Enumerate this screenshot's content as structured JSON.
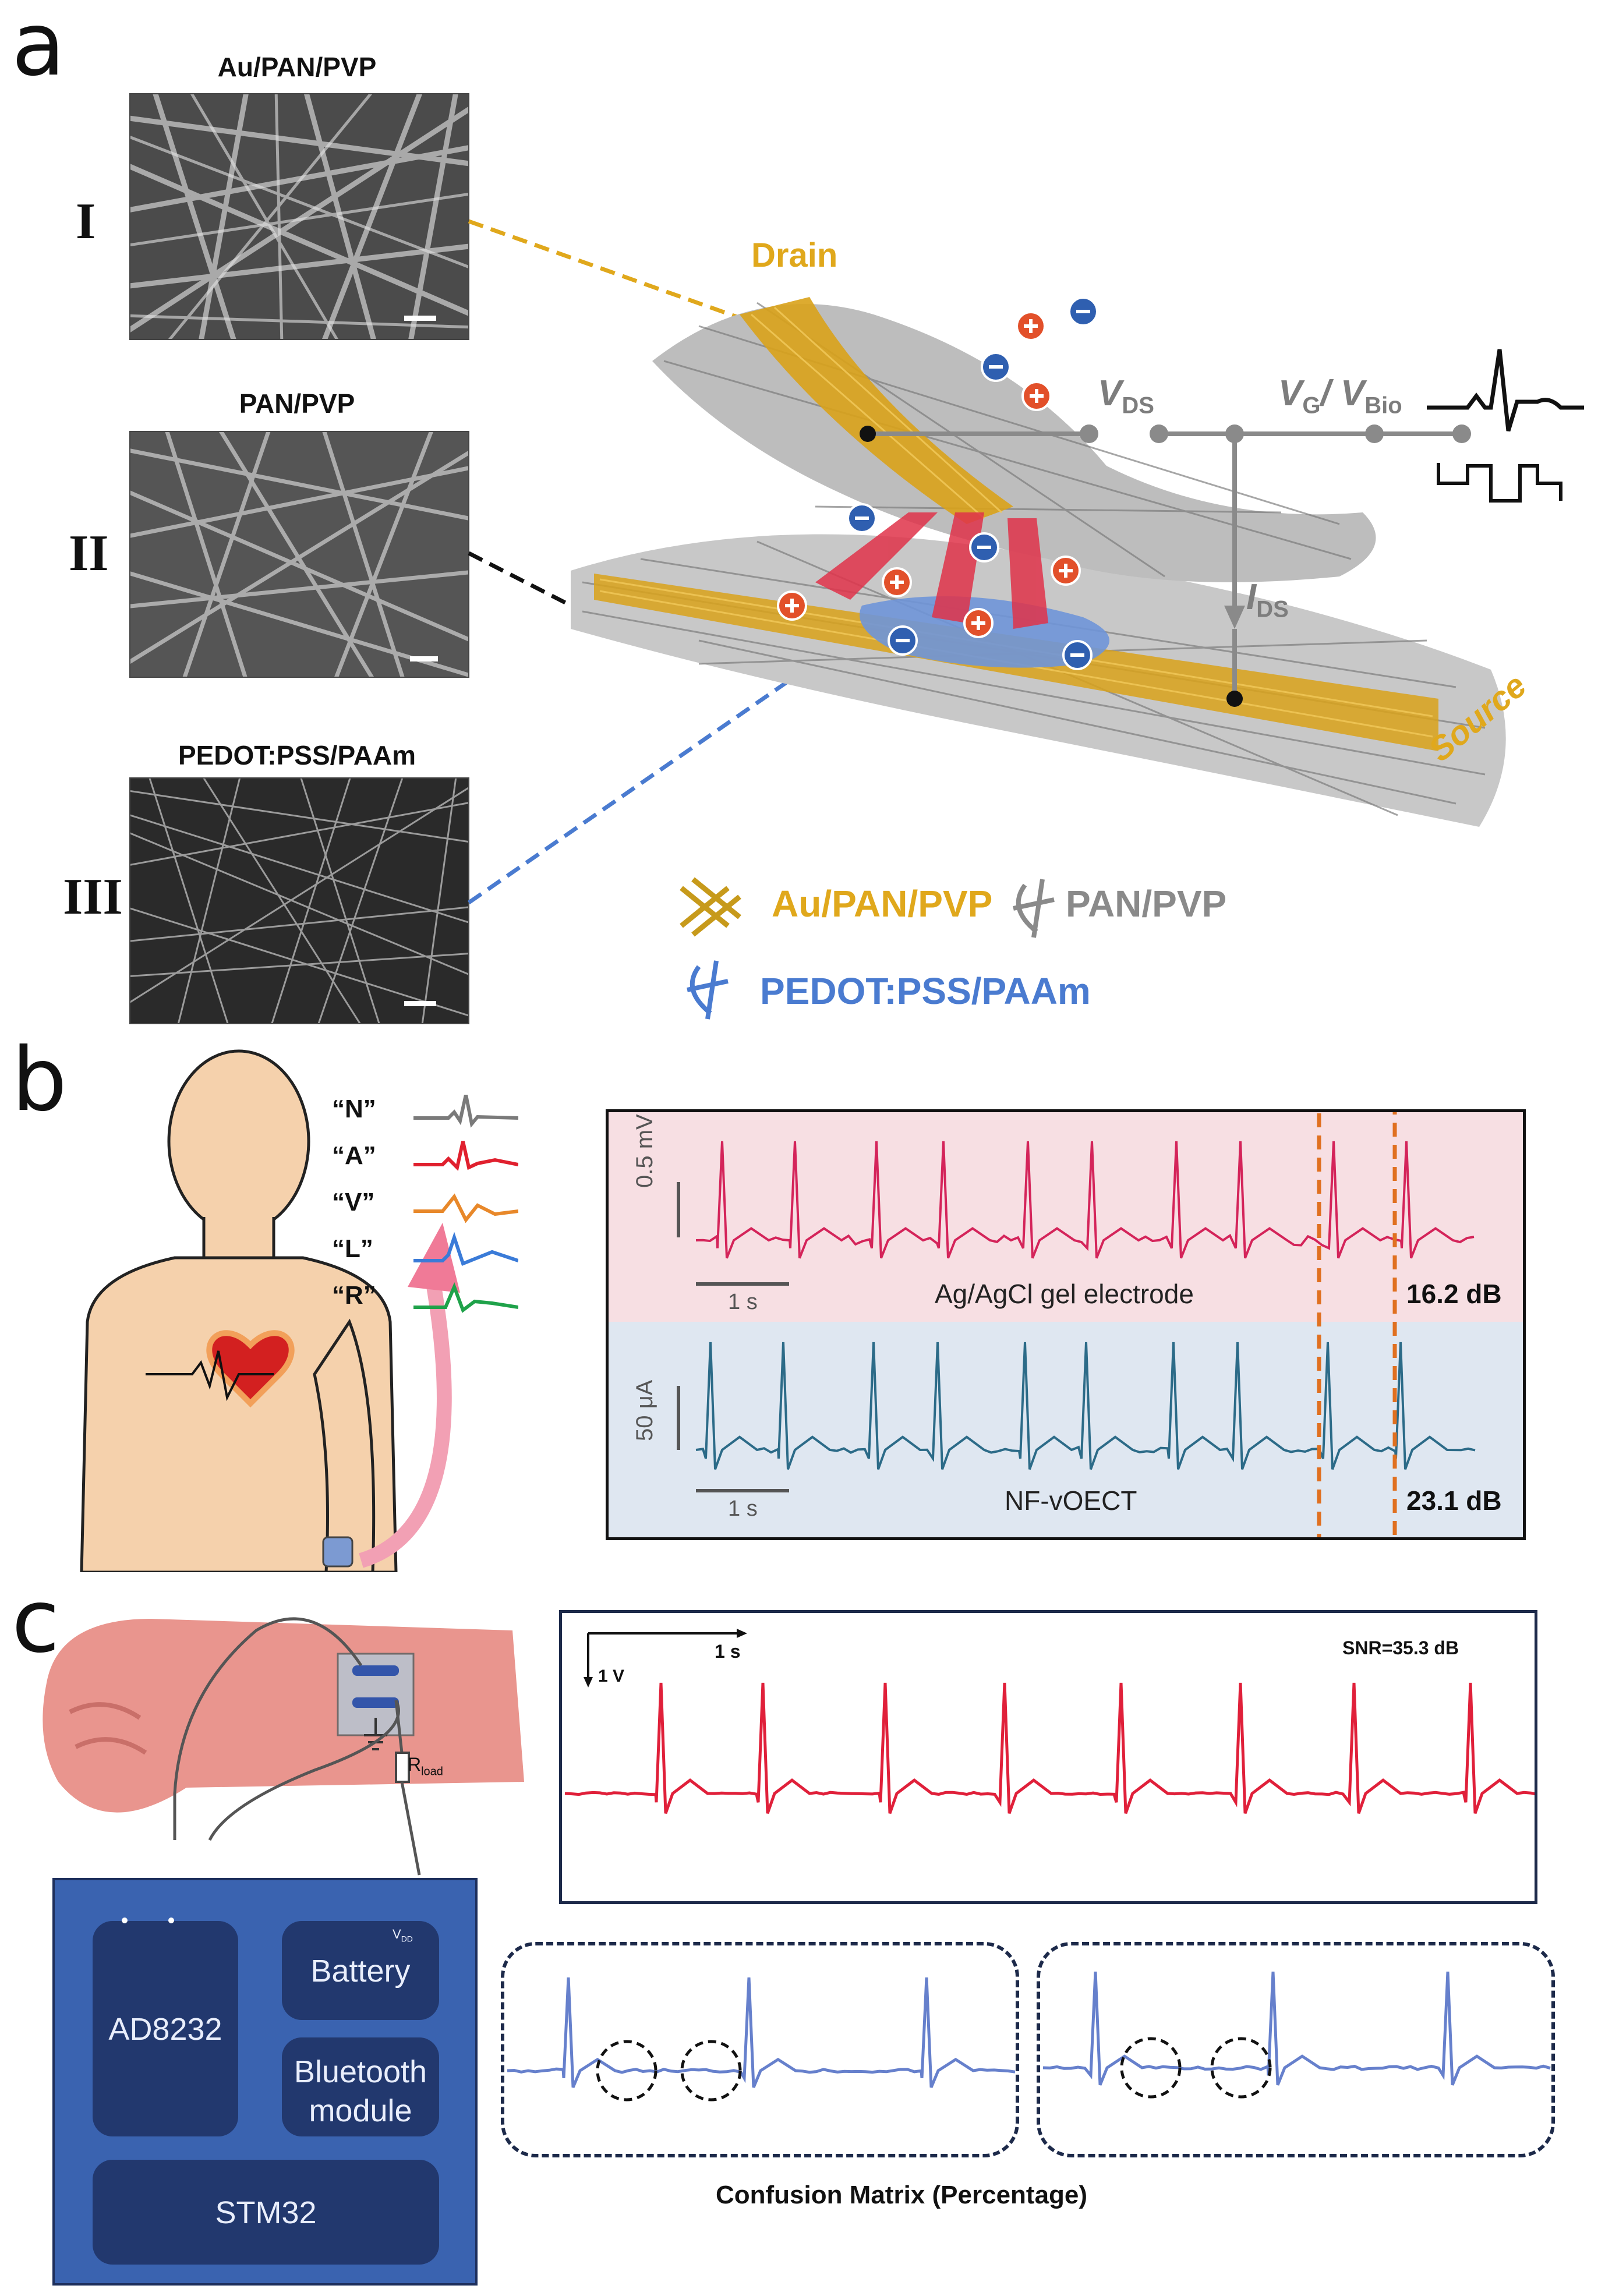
{
  "panels": {
    "a": "a",
    "b": "b",
    "c": "c"
  },
  "panel_a": {
    "sem_titles": [
      "Au/PAN/PVP",
      "PAN/PVP",
      "PEDOT:PSS/PAAm"
    ],
    "romans": [
      "I",
      "II",
      "III"
    ],
    "drain": "Drain",
    "source": "Source",
    "v_ds": "V",
    "v_ds_sub": "DS",
    "v_g": "V",
    "v_g_sub": "G",
    "slash": "/ V",
    "v_bio_sub": "Bio",
    "i_ds": "I",
    "i_ds_sub": "DS",
    "legend": {
      "au": "Au/PAN/PVP",
      "pan": "PAN/PVP",
      "pedot": "PEDOT:PSS/PAAm"
    },
    "colors": {
      "gold": "#e0a81c",
      "gray": "#8a8a8a",
      "blue": "#4a7bd0"
    }
  },
  "panel_b": {
    "beats": [
      {
        "label": "“N”",
        "color": "#7a7a7a"
      },
      {
        "label": "“A”",
        "color": "#e0202e"
      },
      {
        "label": "“V”",
        "color": "#e8882a"
      },
      {
        "label": "“L”",
        "color": "#3a7bd8"
      },
      {
        "label": "“R”",
        "color": "#1fa24a"
      }
    ],
    "top": {
      "scale": "0.5 mV",
      "time": "1 s",
      "name": "Ag/AgCl gel electrode",
      "snr": "16.2 dB",
      "color": "#d4245a"
    },
    "bottom": {
      "scale": "50 μA",
      "time": "1 s",
      "name": "NF-vOECT",
      "snr": "23.1 dB",
      "color": "#2c6b88"
    }
  },
  "panel_c": {
    "rload": "R",
    "rload_sub": "load",
    "vdd": "V",
    "vdd_sub": "DD",
    "blocks": {
      "ad": "AD8232",
      "battery": "Battery",
      "bt1": "Bluetooth",
      "bt2": "module",
      "stm": "STM32"
    },
    "ecg": {
      "time": "1 s",
      "volt": "1 V",
      "snr": "SNR=35.3 dB",
      "color": "#e0203a"
    },
    "matrix_caption": "Confusion Matrix (Percentage)"
  }
}
